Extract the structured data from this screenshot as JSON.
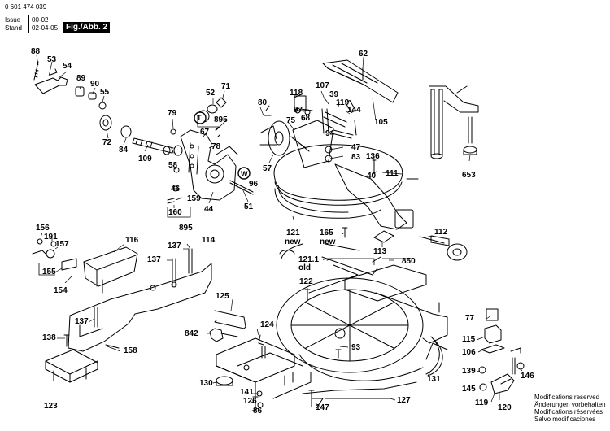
{
  "header": {
    "part_number": "0 601 474 039",
    "issue_label": "Issue",
    "issue_value": "00-02",
    "stand_label": "Stand",
    "stand_value": "02-04-05",
    "figure": "Fig./Abb. 2"
  },
  "notes": [
    "Modifications reserved",
    "Änderungen vorbehalten",
    "Modifications réservées",
    "Salvo modificaciones"
  ],
  "parts": [
    "88",
    "53",
    "54",
    "89",
    "90",
    "55",
    "72",
    "84",
    "109",
    "79",
    "52",
    "71",
    "T",
    "895",
    "67",
    "78",
    "58",
    "46",
    "159",
    "160",
    "895",
    "44",
    "96",
    "W",
    "51",
    "80",
    "118",
    "107",
    "39",
    "97",
    "119",
    "68",
    "144",
    "75",
    "94",
    "105",
    "62",
    "47",
    "83",
    "136",
    "40",
    "111",
    "57",
    "653",
    "121",
    "new",
    "165",
    "new",
    "113",
    "850",
    "112",
    "121.1",
    "old",
    "122",
    "156",
    "191",
    "157",
    "155",
    "154",
    "116",
    "137",
    "114",
    "137",
    "137",
    "138",
    "123",
    "158",
    "125",
    "124",
    "842",
    "93",
    "130",
    "141",
    "126",
    "86",
    "147",
    "127",
    "131",
    "77",
    "115",
    "106",
    "139",
    "145",
    "146",
    "119",
    "120"
  ],
  "colors": {
    "ink": "#000000",
    "paper": "#ffffff",
    "badge": "#000000"
  }
}
